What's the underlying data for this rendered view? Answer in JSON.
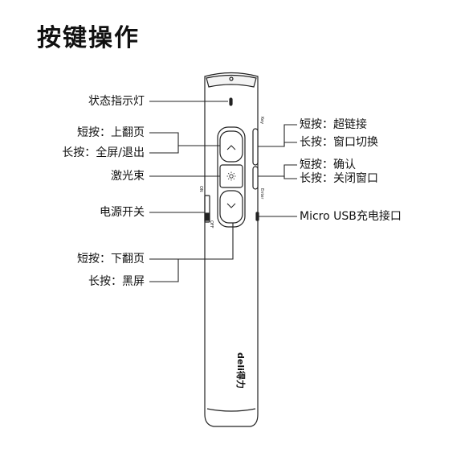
{
  "title": "按键操作",
  "labels": {
    "indicator": "状态指示灯",
    "short_page_up": "短按：上翻页",
    "long_fullscreen": "长按：全屏/退出",
    "laser": "激光束",
    "power_switch": "电源开关",
    "short_page_down": "短按：下翻页",
    "long_black": "长按：黑屏",
    "short_hyperlink": "短按：超链接",
    "long_window_switch": "长按：窗口切换",
    "short_confirm": "短按：确认",
    "long_close_window": "长按：关闭窗口",
    "usb_port": "Micro USB充电接口"
  },
  "device": {
    "brand": "deli得力",
    "switch_on": "ON",
    "switch_off": "OFF",
    "side_key_top": "Key",
    "side_key_bottom": "Enter"
  },
  "icons": {
    "up": "chevron-up-icon",
    "laser": "sun-icon",
    "down": "chevron-down-icon"
  }
}
